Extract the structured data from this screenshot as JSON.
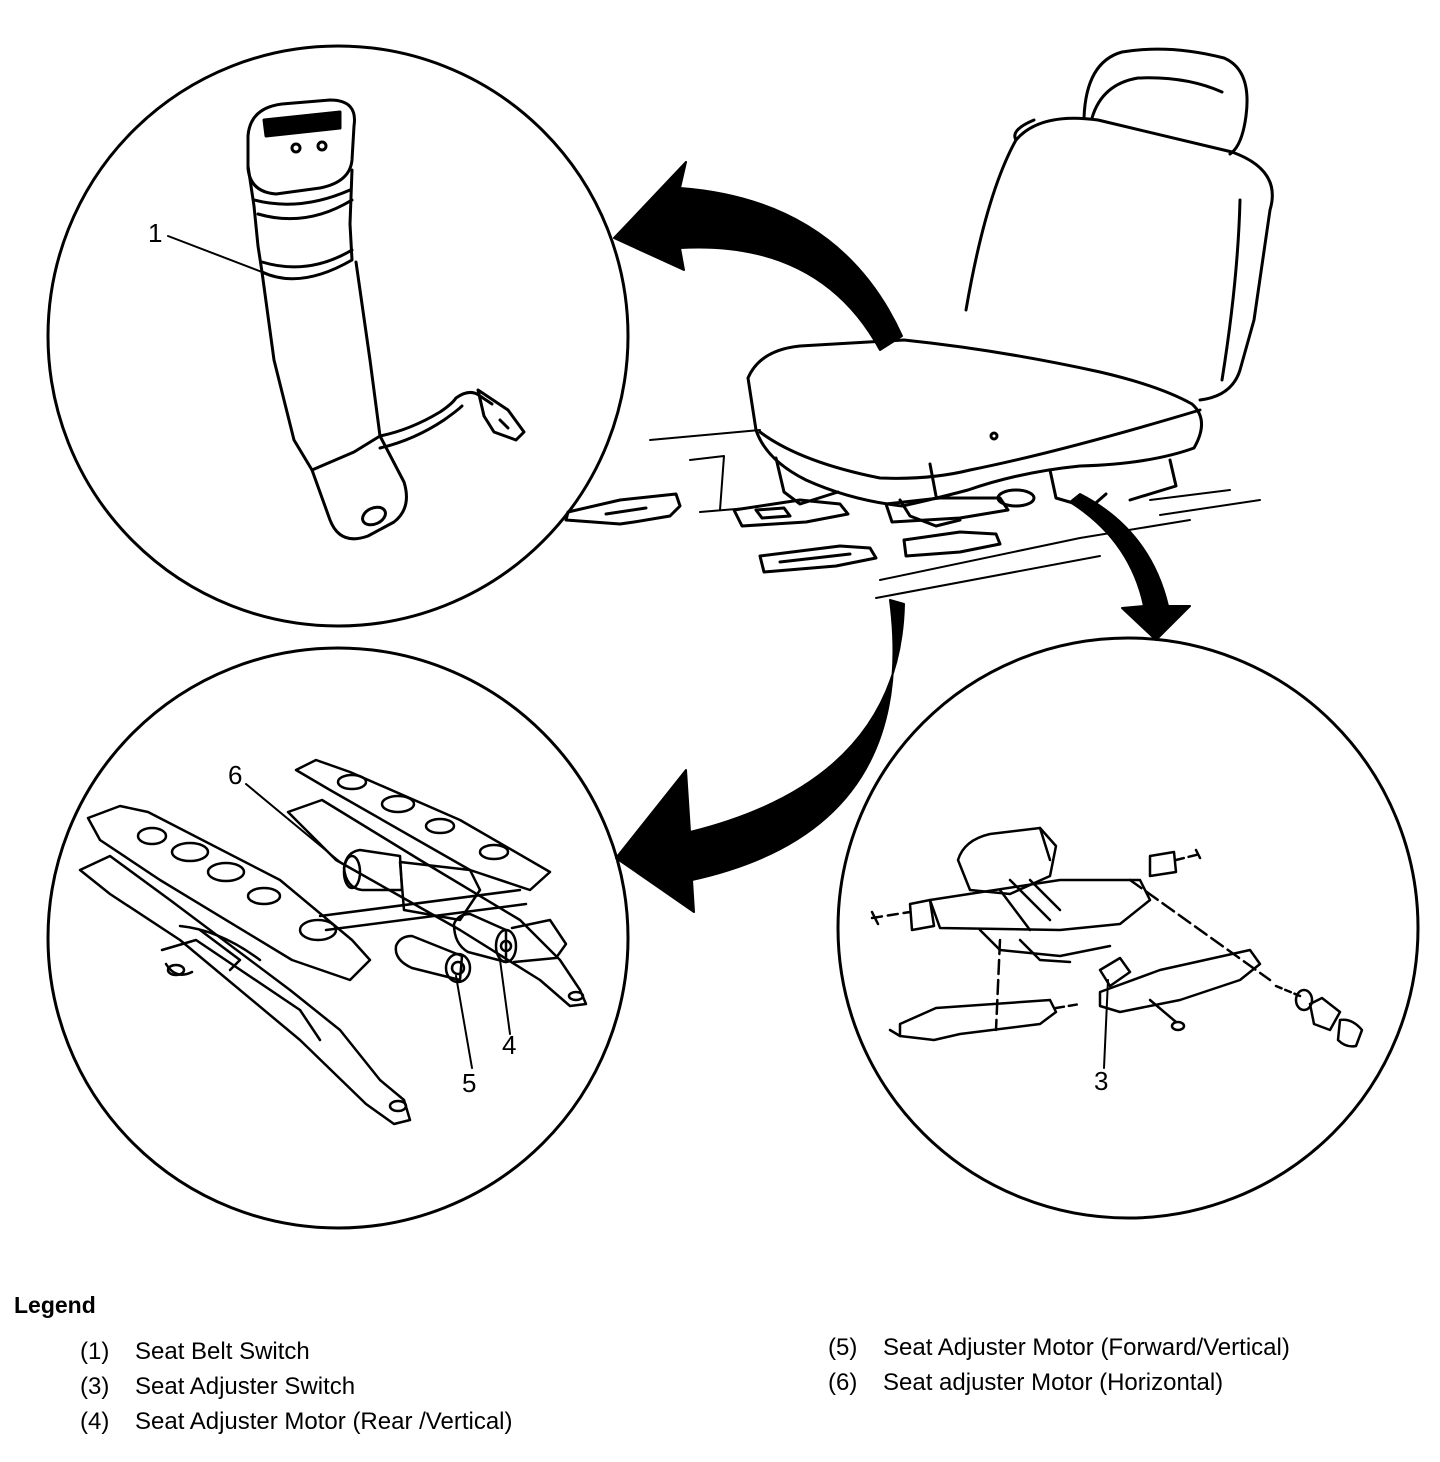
{
  "callouts": {
    "c1": "1",
    "c3": "3",
    "c4": "4",
    "c5": "5",
    "c6": "6"
  },
  "legend": {
    "title": "Legend",
    "items": [
      {
        "num": "(1)",
        "label": "Seat Belt Switch"
      },
      {
        "num": "(3)",
        "label": "Seat Adjuster Switch"
      },
      {
        "num": "(4)",
        "label": "Seat Adjuster Motor (Rear /Vertical)"
      },
      {
        "num": "(5)",
        "label": "Seat Adjuster Motor (Forward/Vertical)"
      },
      {
        "num": "(6)",
        "label": "Seat adjuster Motor (Horizontal)"
      }
    ]
  }
}
